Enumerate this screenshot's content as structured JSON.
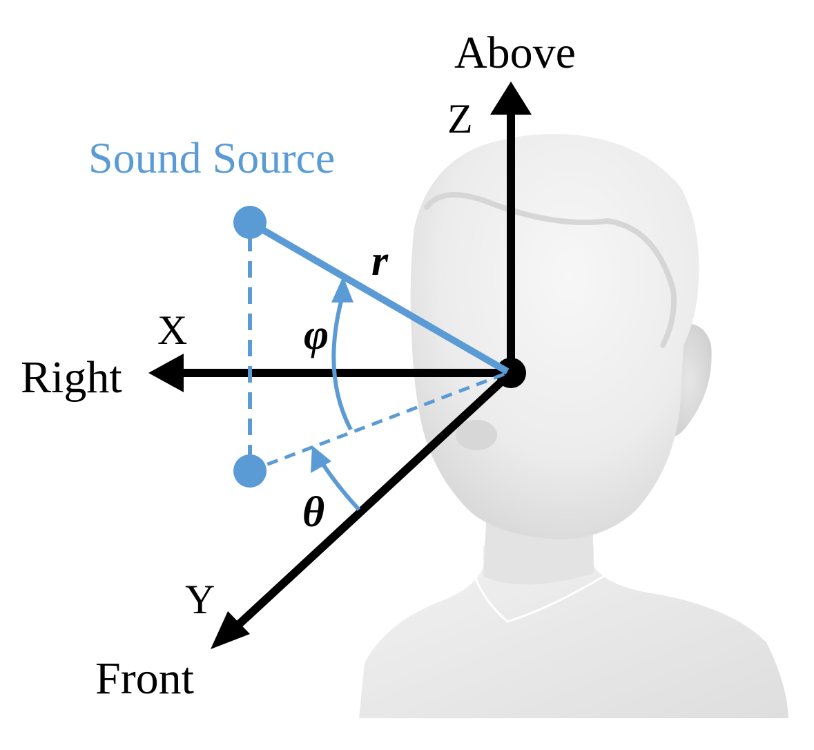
{
  "labels": {
    "above": "Above",
    "z_axis": "Z",
    "sound_source": "Sound Source",
    "r": "r",
    "x_axis": "X",
    "phi": "φ",
    "right": "Right",
    "theta": "θ",
    "y_axis": "Y",
    "front": "Front"
  },
  "colors": {
    "axis": "#000000",
    "source": "#5b9bd5",
    "head_light": "#f4f4f4",
    "head_mid": "#e2e2e2",
    "head_shadow": "#cfcfcf",
    "background": "#ffffff"
  },
  "icons": {
    "figure": "head-bust-icon",
    "source_point": "sound-source-dot-icon",
    "projection_point": "projection-dot-icon"
  }
}
